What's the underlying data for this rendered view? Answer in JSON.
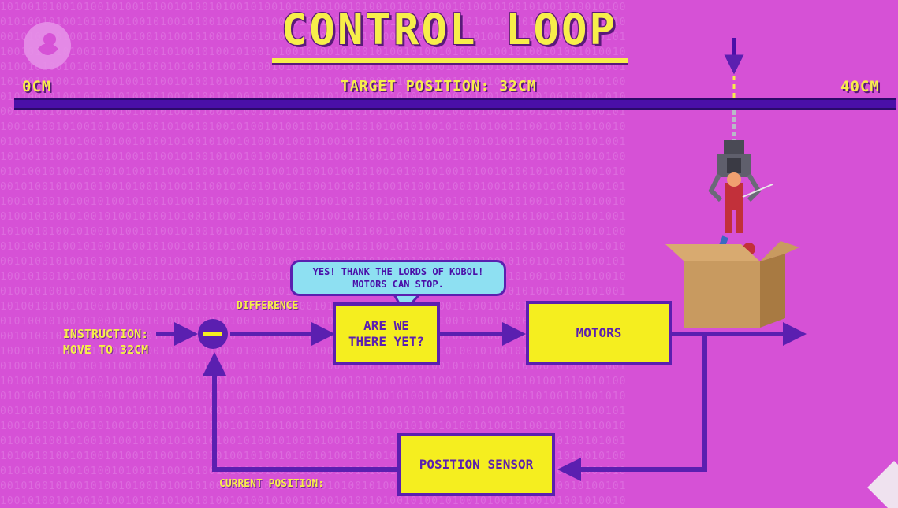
{
  "title": "CONTROL LOOP",
  "ruler": {
    "left_label": "0CM",
    "center_label": "TARGET POSITION: 32CM",
    "right_label": "40CM"
  },
  "diagram": {
    "instruction_line1": "INSTRUCTION:",
    "instruction_line2": "MOVE TO 32CM",
    "difference_label": "DIFFERENCE",
    "question_line1": "ARE WE",
    "question_line2": "THERE YET?",
    "motors_label": "MOTORS",
    "sensor_label": "POSITION SENSOR",
    "current_position_label": "CURRENT POSITION:",
    "bubble_line1": "YES! THANK THE LORDS OF KOBOL!",
    "bubble_line2": "MOTORS CAN STOP."
  },
  "colors": {
    "background": "#d651d6",
    "accent_yellow": "#f7ee4a",
    "box_yellow": "#f5ee1f",
    "purple": "#5b1fb0",
    "bubble": "#8ee0f2"
  },
  "icons": [
    "pbs-logo-icon",
    "minus-comparator-icon",
    "claw-icon",
    "toy-figure-icon",
    "cardboard-box-icon",
    "crash-course-logo-icon"
  ]
}
